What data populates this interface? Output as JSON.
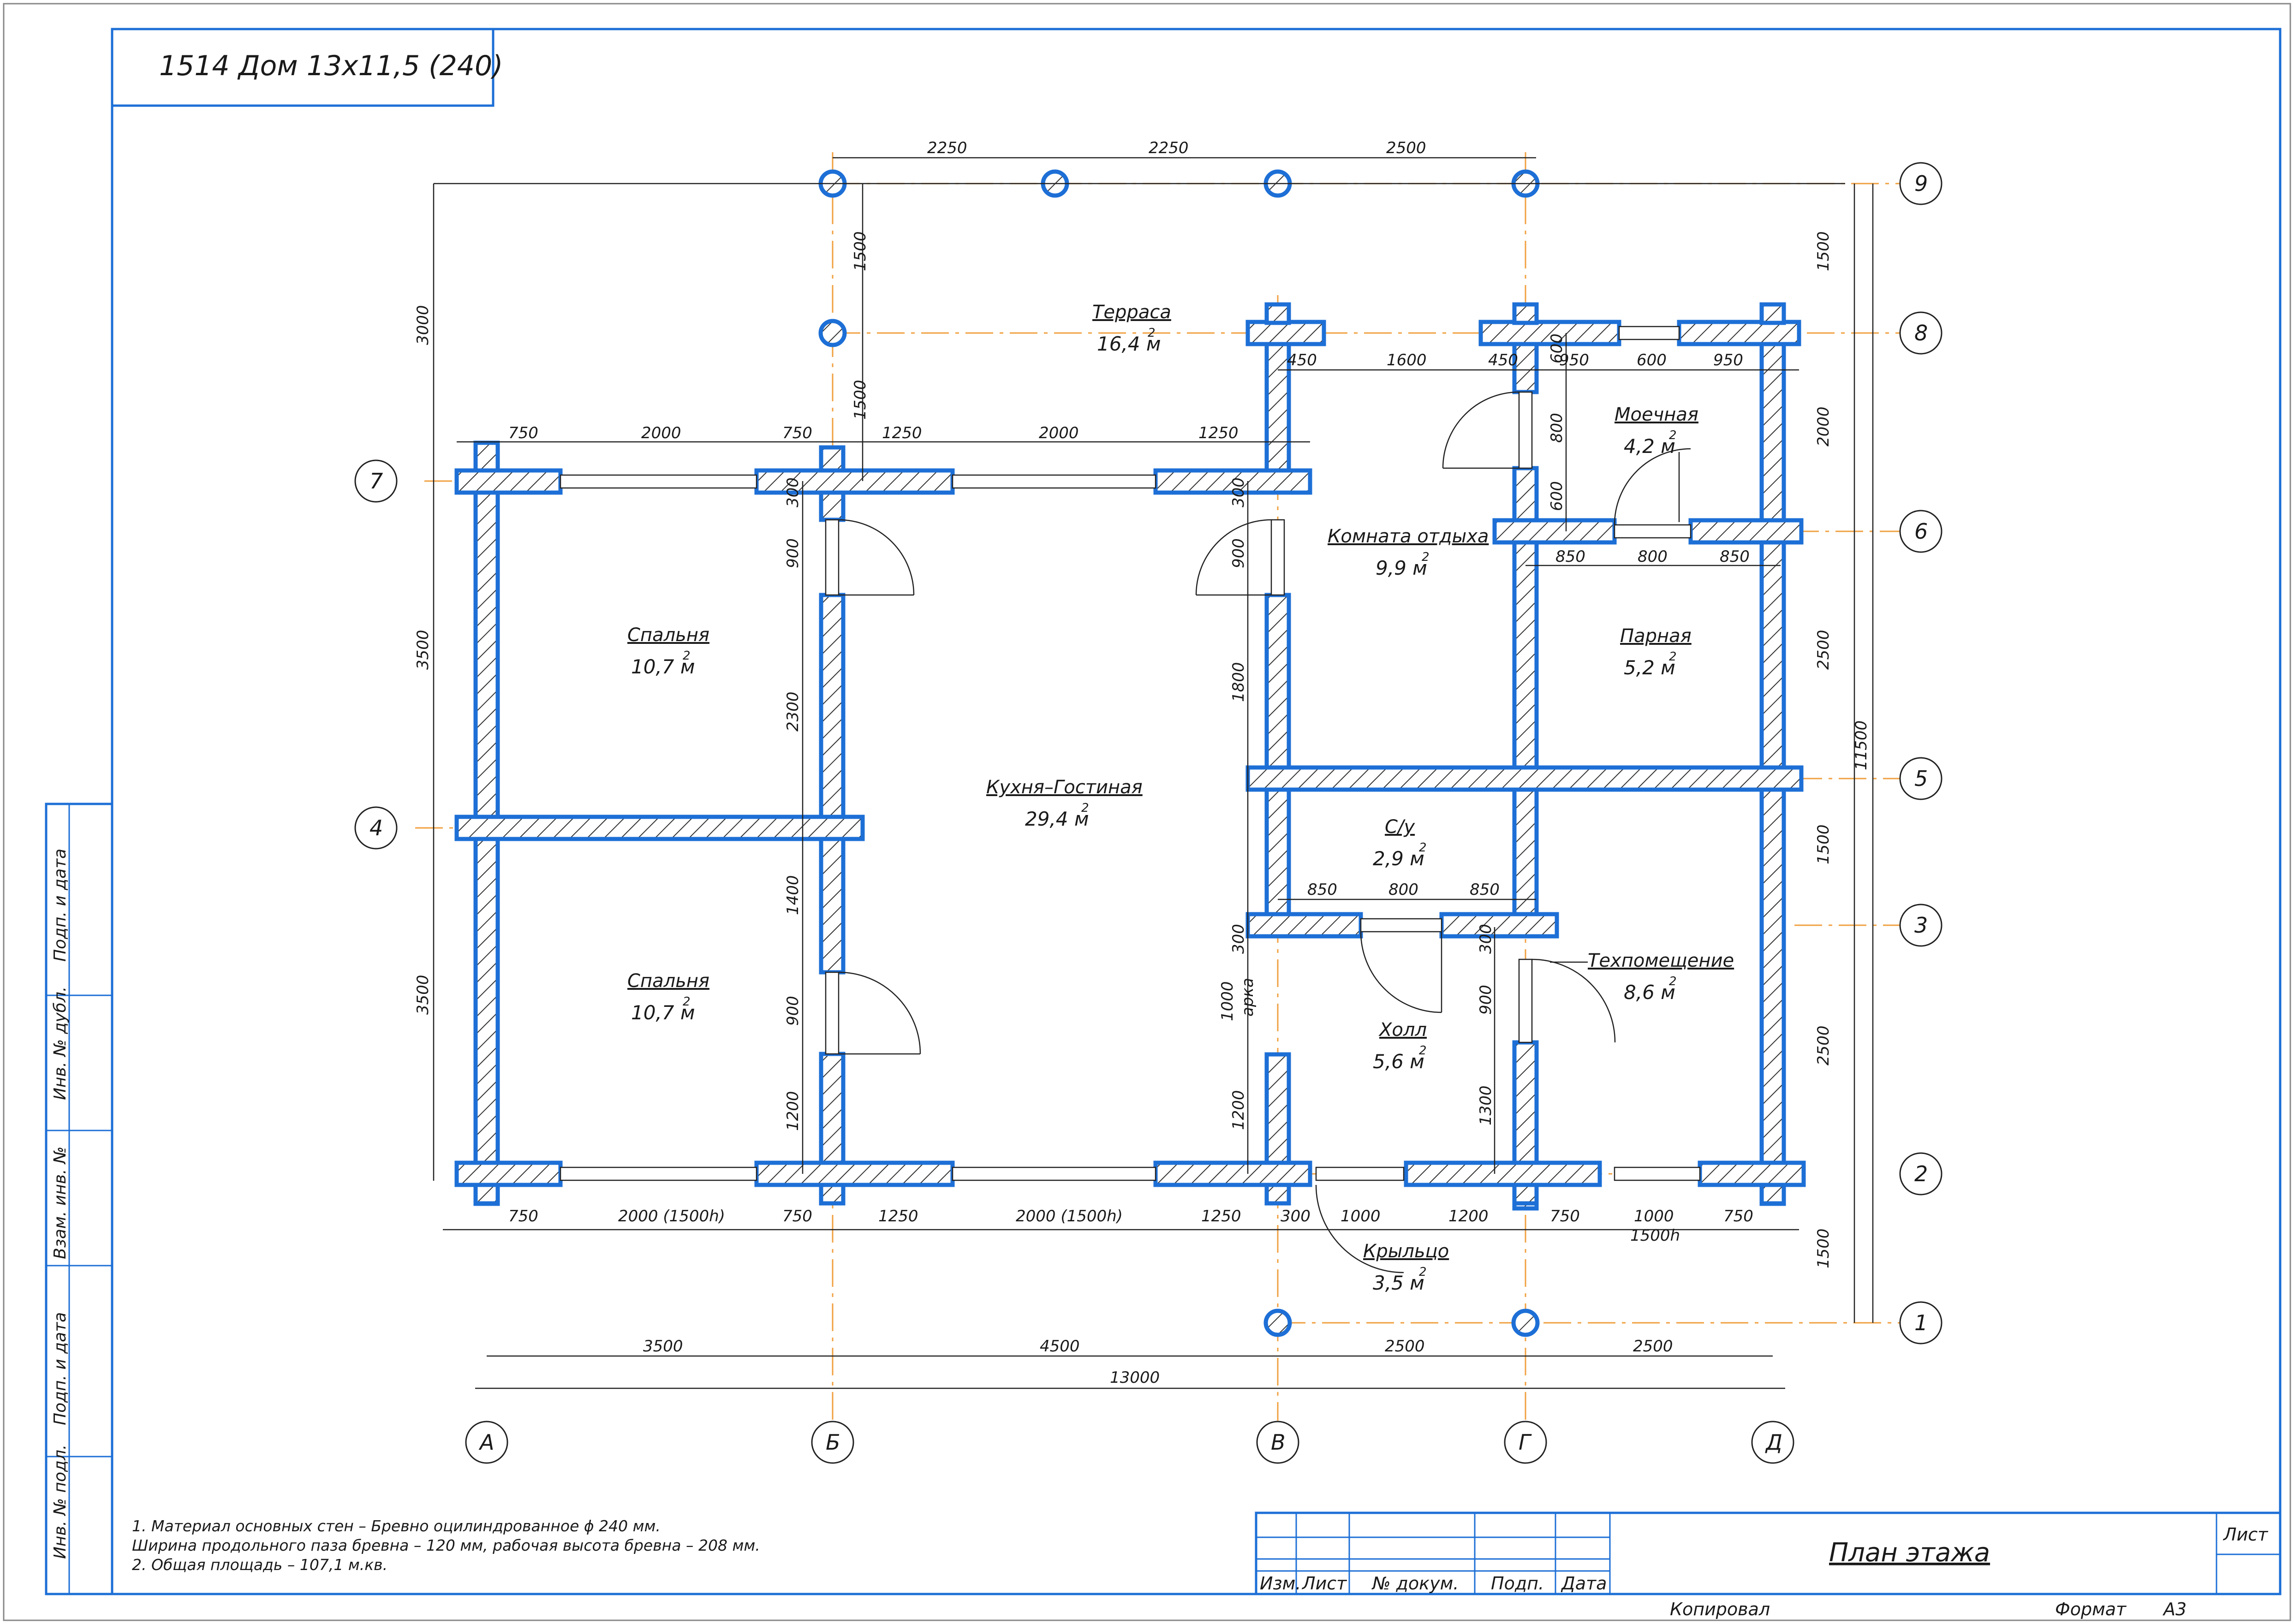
{
  "sheet": {
    "stamp_title": "1514  Дом 13х11,5 (240)",
    "drawing_title": "План этажа",
    "copied_label": "Копировал",
    "format_label": "Формат",
    "format_value": "А3",
    "sheet_label": "Лист"
  },
  "side_stamp": [
    "Подп. и дата",
    "Инв. № дубл.",
    "Взам. инв. №",
    "Подп. и дата",
    "Инв. № подл."
  ],
  "title_block": {
    "col_labels": [
      "Изм.",
      "Лист",
      "№ докум.",
      "Подп.",
      "Дата"
    ]
  },
  "notes": [
    "1. Материал основных стен – Бревно оцилиндрованное ϕ 240 мм.",
    "Ширина продольного паза бревна – 120 мм, рабочая высота бревна – 208 мм.",
    "2. Общая площадь – 107,1 м.кв."
  ],
  "axes_letters": [
    "А",
    "Б",
    "В",
    "Г",
    "Д"
  ],
  "axes_numbers": [
    "1",
    "2",
    "3",
    "4",
    "5",
    "6",
    "7",
    "8",
    "9"
  ],
  "rooms": [
    {
      "name": "Терраса",
      "area": "16,4 м"
    },
    {
      "name": "Спальня",
      "area": "10,7 м"
    },
    {
      "name": "Спальня",
      "area": "10,7 м"
    },
    {
      "name": "Кухня–Гостиная",
      "area": "29,4 м"
    },
    {
      "name": "Комната отдыха",
      "area": "9,9 м"
    },
    {
      "name": "Моечная",
      "area": "4,2 м"
    },
    {
      "name": "Парная",
      "area": "5,2 м"
    },
    {
      "name": "С/у",
      "area": "2,9 м"
    },
    {
      "name": "Техпомещение",
      "area": "8,6 м"
    },
    {
      "name": "Холл",
      "area": "5,6 м"
    },
    {
      "name": "Крыльцо",
      "area": "3,5 м"
    }
  ],
  "area_sup": "2",
  "dims": {
    "top": [
      "2250",
      "2250",
      "2500"
    ],
    "row7": [
      "750",
      "2000",
      "750",
      "1250",
      "2000",
      "1250"
    ],
    "row8": [
      "450",
      "1600",
      "450",
      "950",
      "600",
      "950"
    ],
    "row6": [
      "850",
      "800",
      "850"
    ],
    "row3": [
      "850",
      "800",
      "850"
    ],
    "bottom1": [
      "750",
      "2000 (1500h)",
      "750",
      "1250",
      "2000 (1500h)",
      "1250",
      "300",
      "1000",
      "1200",
      "750",
      "1000",
      "750"
    ],
    "bottom1_sub": "1500h",
    "bottom2": [
      "3500",
      "4500",
      "2500",
      "2500"
    ],
    "total": "13000",
    "left": [
      "3000",
      "3500",
      "3500"
    ],
    "right": [
      "1500",
      "2000",
      "2500",
      "1500",
      "2500",
      "1500"
    ],
    "right_total": "11500",
    "inner_b": [
      "1500",
      "1500",
      "300",
      "900",
      "2300",
      "1400",
      "900",
      "1200"
    ],
    "inner_v": [
      "300",
      "900",
      "1800",
      "300",
      "1000",
      "арка",
      "1200"
    ],
    "inner_g": [
      "600",
      "800",
      "600",
      "300",
      "900",
      "1300"
    ]
  }
}
